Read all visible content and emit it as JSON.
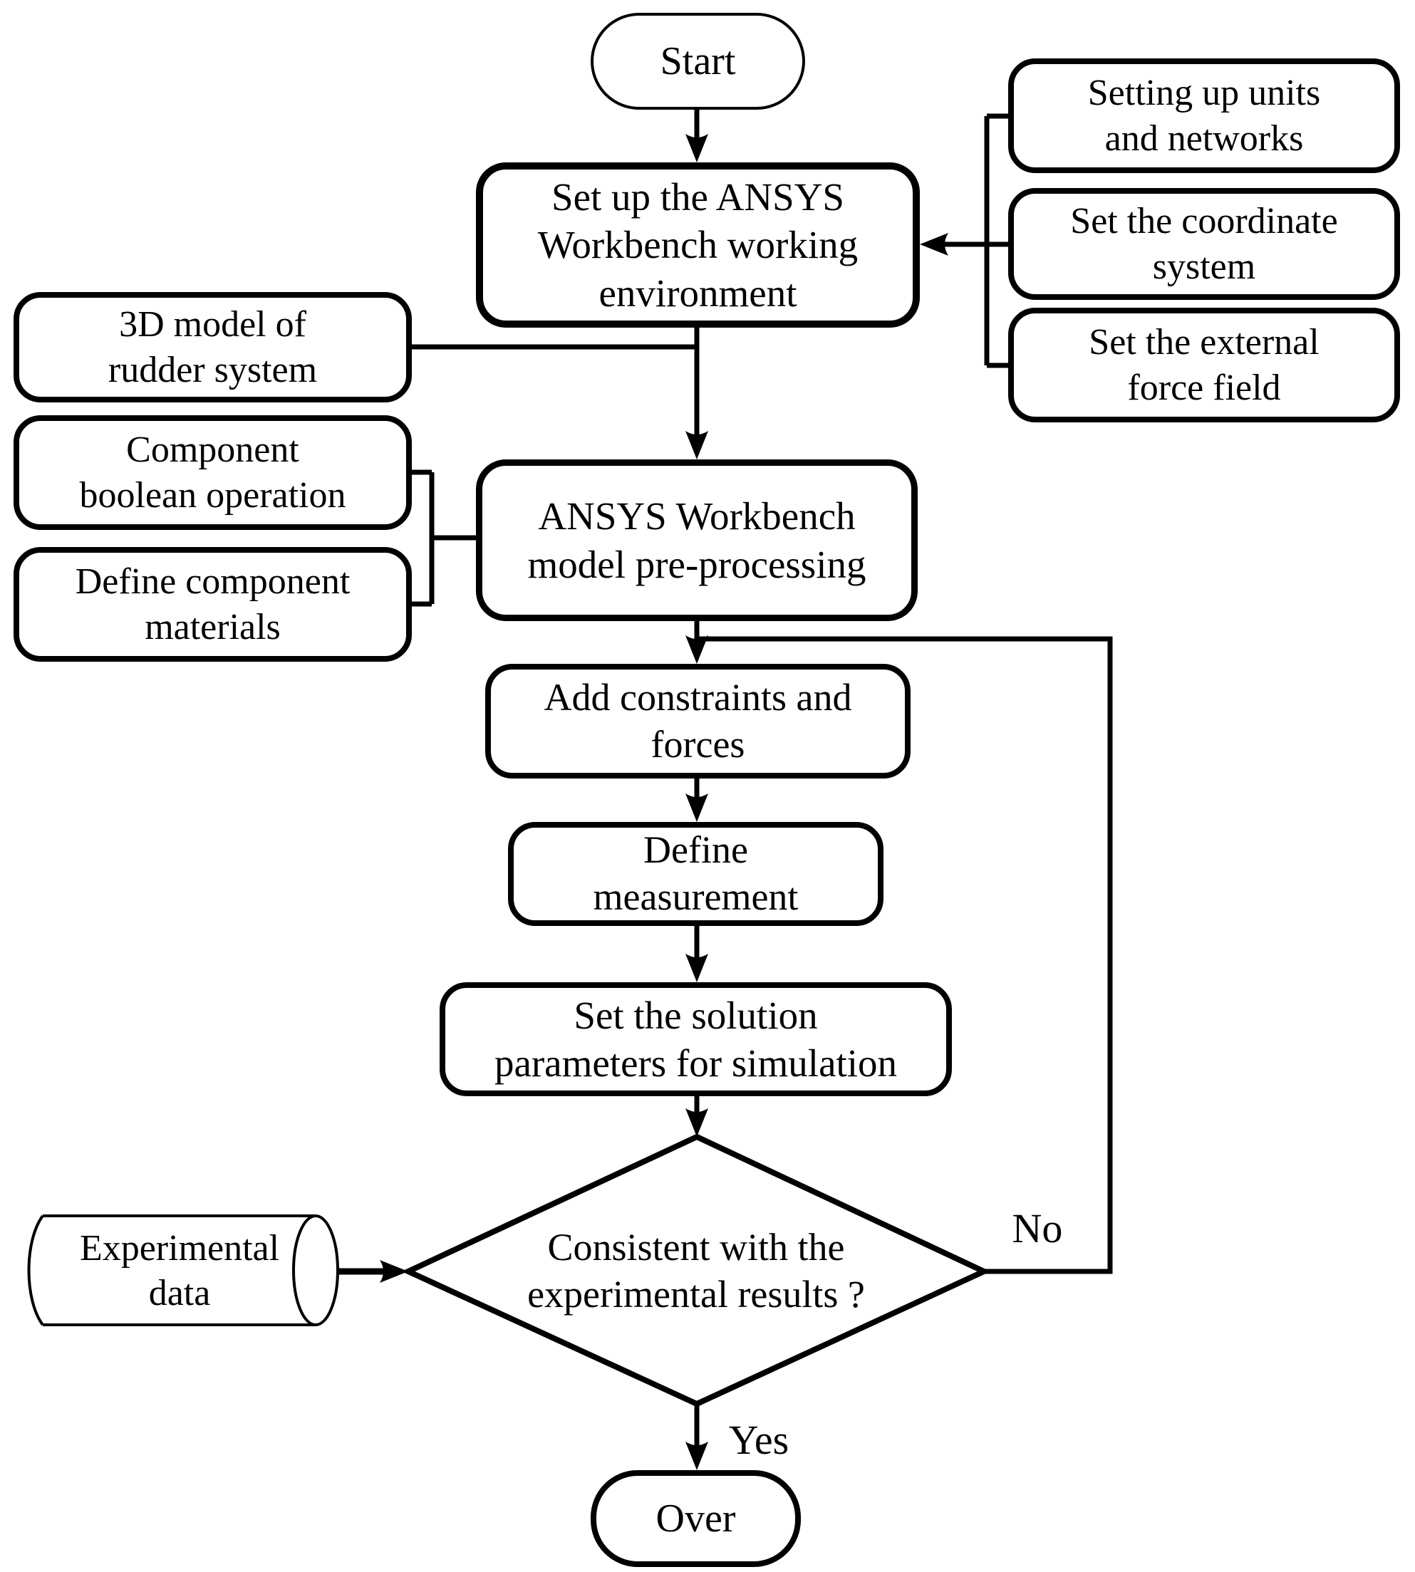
{
  "flowchart": {
    "colors": {
      "stroke": "#000000",
      "background": "#ffffff"
    },
    "nodes": {
      "start": {
        "shape": "terminator",
        "label": "Start"
      },
      "setup_env": {
        "shape": "process",
        "label": "Set up the ANSYS\nWorkbench working\nenvironment"
      },
      "units_networks": {
        "shape": "process",
        "label": "Setting up units\nand networks"
      },
      "coordinate_system": {
        "shape": "process",
        "label": "Set the coordinate\nsystem"
      },
      "external_force_field": {
        "shape": "process",
        "label": "Set the external\nforce field"
      },
      "model_3d": {
        "shape": "process",
        "label": "3D model of\nrudder system"
      },
      "boolean_operation": {
        "shape": "process",
        "label": "Component\nboolean operation"
      },
      "define_materials": {
        "shape": "process",
        "label": "Define component\nmaterials"
      },
      "pre_processing": {
        "shape": "process",
        "label": "ANSYS Workbench\nmodel pre-processing"
      },
      "add_constraints": {
        "shape": "process",
        "label": "Add constraints and\nforces"
      },
      "define_measurement": {
        "shape": "process",
        "label": "Define\nmeasurement"
      },
      "solution_parameters": {
        "shape": "process",
        "label": "Set the solution\nparameters for simulation"
      },
      "decision": {
        "shape": "decision",
        "label": "Consistent with the\nexperimental results ?"
      },
      "experimental_data": {
        "shape": "stored-data",
        "label": "Experimental\ndata"
      },
      "over": {
        "shape": "terminator",
        "label": "Over"
      }
    },
    "edge_labels": {
      "yes": "Yes",
      "no": "No"
    }
  }
}
